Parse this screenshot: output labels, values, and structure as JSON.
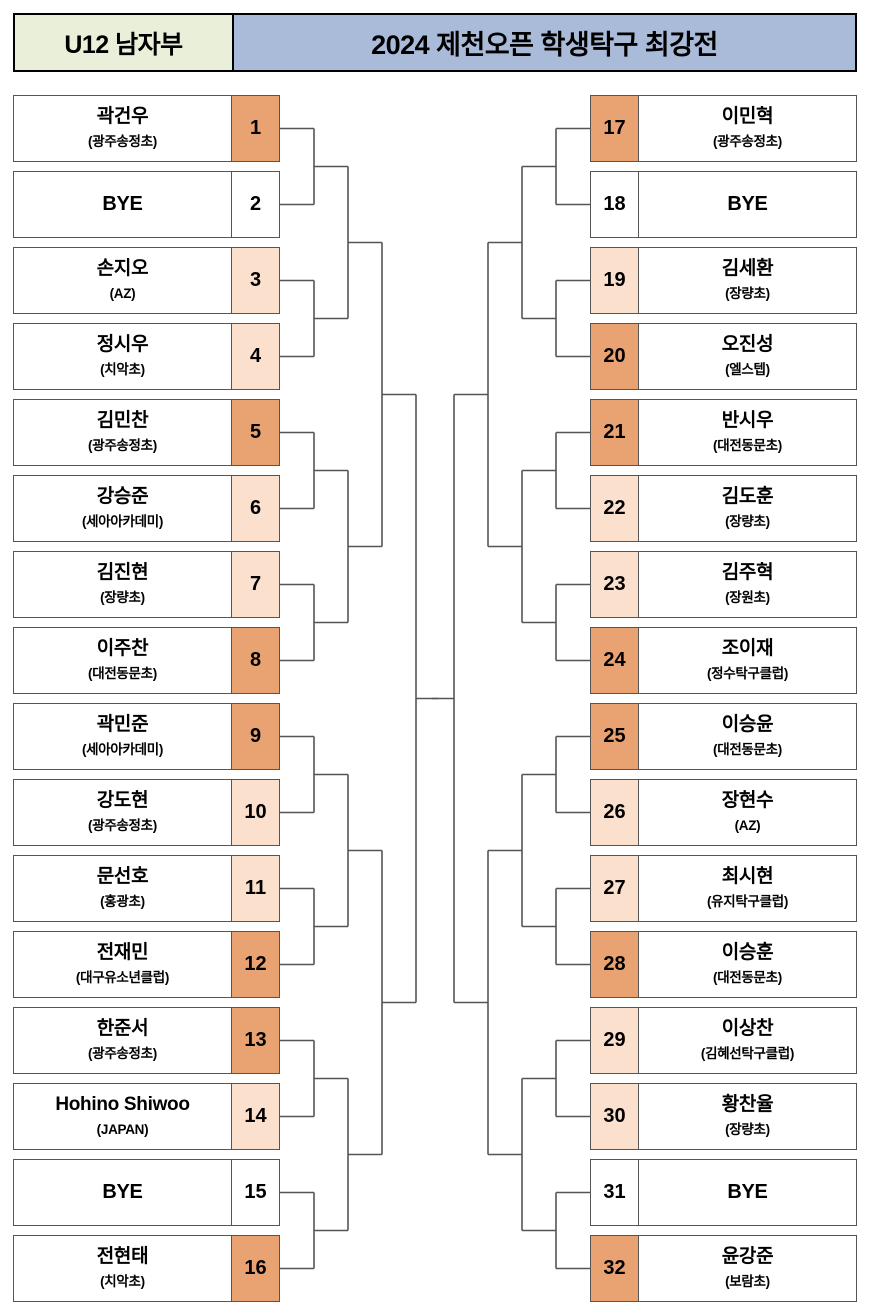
{
  "header": {
    "category": "U12 남자부",
    "title": "2024 제천오픈 학생탁구 최강전"
  },
  "colors": {
    "seed_highlight_dark": "#E9A271",
    "seed_highlight_light": "#FBE0CE",
    "seed_plain": "#FFFFFF",
    "header_category_bg": "#E9EFD9",
    "header_title_bg": "#AABAD9",
    "line": "#555555"
  },
  "bracket": {
    "type": "single-elimination",
    "total_seeds": 32,
    "rounds": 5,
    "left": [
      {
        "seed": "1",
        "name": "곽건우",
        "club": "(광주송정초)",
        "fill": "dark"
      },
      {
        "seed": "2",
        "name": "BYE",
        "club": "",
        "fill": "none"
      },
      {
        "seed": "3",
        "name": "손지오",
        "club": "(AZ)",
        "fill": "light"
      },
      {
        "seed": "4",
        "name": "정시우",
        "club": "(치악초)",
        "fill": "light"
      },
      {
        "seed": "5",
        "name": "김민찬",
        "club": "(광주송정초)",
        "fill": "dark"
      },
      {
        "seed": "6",
        "name": "강승준",
        "club": "(세아아카데미)",
        "fill": "light"
      },
      {
        "seed": "7",
        "name": "김진현",
        "club": "(장량초)",
        "fill": "light"
      },
      {
        "seed": "8",
        "name": "이주찬",
        "club": "(대전동문초)",
        "fill": "dark"
      },
      {
        "seed": "9",
        "name": "곽민준",
        "club": "(세아아카데미)",
        "fill": "dark"
      },
      {
        "seed": "10",
        "name": "강도현",
        "club": "(광주송정초)",
        "fill": "light"
      },
      {
        "seed": "11",
        "name": "문선호",
        "club": "(홍광초)",
        "fill": "light"
      },
      {
        "seed": "12",
        "name": "전재민",
        "club": "(대구유소년클럽)",
        "fill": "dark"
      },
      {
        "seed": "13",
        "name": "한준서",
        "club": "(광주송정초)",
        "fill": "dark"
      },
      {
        "seed": "14",
        "name": "Hohino Shiwoo",
        "club": "(JAPAN)",
        "fill": "light"
      },
      {
        "seed": "15",
        "name": "BYE",
        "club": "",
        "fill": "none"
      },
      {
        "seed": "16",
        "name": "전현태",
        "club": "(치악초)",
        "fill": "dark"
      }
    ],
    "right": [
      {
        "seed": "17",
        "name": "이민혁",
        "club": "(광주송정초)",
        "fill": "dark"
      },
      {
        "seed": "18",
        "name": "BYE",
        "club": "",
        "fill": "none"
      },
      {
        "seed": "19",
        "name": "김세환",
        "club": "(장량초)",
        "fill": "light"
      },
      {
        "seed": "20",
        "name": "오진성",
        "club": "(엘스텝)",
        "fill": "dark"
      },
      {
        "seed": "21",
        "name": "반시우",
        "club": "(대전동문초)",
        "fill": "dark"
      },
      {
        "seed": "22",
        "name": "김도훈",
        "club": "(장량초)",
        "fill": "light"
      },
      {
        "seed": "23",
        "name": "김주혁",
        "club": "(장원초)",
        "fill": "light"
      },
      {
        "seed": "24",
        "name": "조이재",
        "club": "(정수탁구클럽)",
        "fill": "dark"
      },
      {
        "seed": "25",
        "name": "이승윤",
        "club": "(대전동문초)",
        "fill": "dark"
      },
      {
        "seed": "26",
        "name": "장현수",
        "club": "(AZ)",
        "fill": "light"
      },
      {
        "seed": "27",
        "name": "최시현",
        "club": "(유지탁구클럽)",
        "fill": "light"
      },
      {
        "seed": "28",
        "name": "이승훈",
        "club": "(대전동문초)",
        "fill": "dark"
      },
      {
        "seed": "29",
        "name": "이상찬",
        "club": "(김혜선탁구클럽)",
        "fill": "light"
      },
      {
        "seed": "30",
        "name": "황찬율",
        "club": "(장량초)",
        "fill": "light"
      },
      {
        "seed": "31",
        "name": "BYE",
        "club": "",
        "fill": "none"
      },
      {
        "seed": "32",
        "name": "윤강준",
        "club": "(보람초)",
        "fill": "dark"
      }
    ]
  }
}
